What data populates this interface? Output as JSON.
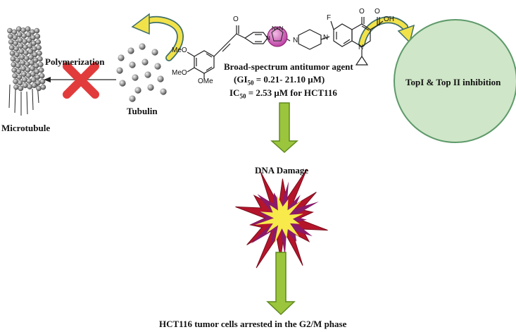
{
  "labels": {
    "microtubule": "Microtubule",
    "polymerization": "Polymerization",
    "tubulin": "Tubulin",
    "agent_title": "Broad-spectrum antitumor agent",
    "gi50_prefix": "(GI",
    "gi50_sub": "50",
    "gi50_rest": " = 0.21- 21.10 μM)",
    "ic50_prefix": "IC",
    "ic50_sub": "50",
    "ic50_rest": " = 2.53 μM for HCT116",
    "topo": "TopI & Top II inhibition",
    "dna_damage": "DNA Damage",
    "result": "HCT116 tumor cells arrested in the G2/M phase"
  },
  "molecule_atoms": {
    "o_ketone": "O",
    "o_quinolone": "O",
    "oh": "OH",
    "o_acid": "O",
    "f": "F",
    "n_ring": "N",
    "n_pip1": "N",
    "n_pip2": "N",
    "triazole": "N=N",
    "triazole_n": "N",
    "meo1": "MeO",
    "meo2": "MeO",
    "ome": "OMe"
  },
  "colors": {
    "arrow_green": "#9bc53d",
    "arrow_green_dark": "#5f8a1e",
    "curved_arrow_yellow": "#f2e24a",
    "curved_arrow_teal": "#3f6f6a",
    "circle_fill": "#cfe6c8",
    "circle_stroke": "#5e9a6a",
    "cross_red": "#e23b3b",
    "triazole_magenta": "#b83aa0",
    "burst_outer": "#b5152b",
    "burst_middle": "#8a1a6a",
    "burst_inner": "#f7ea4a"
  }
}
